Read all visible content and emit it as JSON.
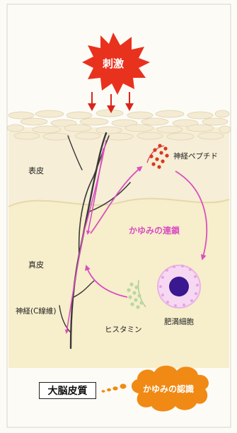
{
  "labels": {
    "stimulus": "刺激",
    "epidermis": "表皮",
    "dermis": "真皮",
    "nerve_c_fiber": "神経(C線維)",
    "neuropeptide": "神経ペプチド",
    "itch_chain": "かゆみの連鎖",
    "histamine": "ヒスタミン",
    "mast_cell": "肥満細胞",
    "cerebral_cortex": "大脳皮質",
    "itch_recognition": "かゆみの認識"
  },
  "colors": {
    "stimulus_burst": "#e8321e",
    "stimulus_arrow": "#d8261a",
    "chain_arrow": "#d94fc0",
    "nerve": "#3a3838",
    "peptide_dot": "#d9381e",
    "histamine_dot": "#b8d8a0",
    "mast_cell_ring": "#e9b4e6",
    "mast_cell_nucleus": "#3a1890",
    "recognition_cloud": "#f08a14",
    "skin_epidermis": "#f6eed6",
    "skin_dermis": "#f7eecb"
  }
}
